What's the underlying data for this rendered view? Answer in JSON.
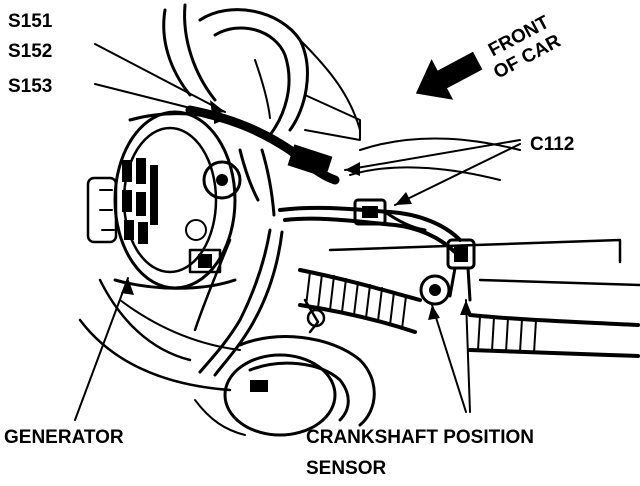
{
  "labels": {
    "s151": "S151",
    "s152": "S152",
    "s153": "S153",
    "c112": "C112",
    "front_line1": "FRONT",
    "front_line2": "OF CAR",
    "generator": "GENERATOR",
    "sensor_line1": "CRANKSHAFT POSITION",
    "sensor_line2": "SENSOR"
  },
  "colors": {
    "ink": "#000000",
    "paper": "#ffffff"
  },
  "icons": {
    "direction": "arrow-left-icon"
  }
}
